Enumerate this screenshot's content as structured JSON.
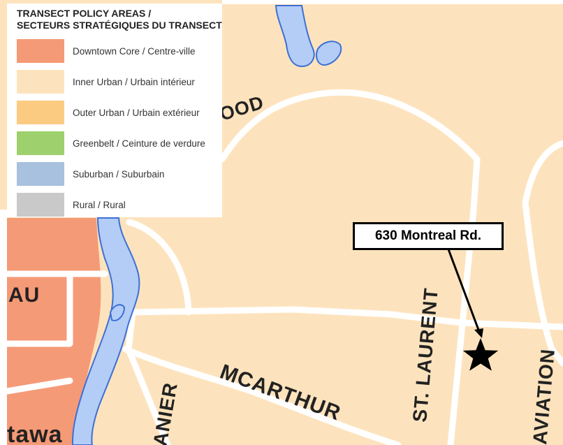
{
  "legend": {
    "title_line1": "TRANSECT POLICY AREAS /",
    "title_line2": "SECTEURS STRATÉGIQUES DU TRANSECT",
    "items": [
      {
        "label": "Downtown Core / Centre-ville",
        "color": "#F59A76"
      },
      {
        "label": "Inner Urban / Urbain intérieur",
        "color": "#FDE3BD"
      },
      {
        "label": "Outer Urban / Urbain extérieur",
        "color": "#FCCB82"
      },
      {
        "label": "Greenbelt / Ceinture de verdure",
        "color": "#9ED16D"
      },
      {
        "label": "Suburban / Suburbain",
        "color": "#A7C1DE"
      },
      {
        "label": "Rural / Rural",
        "color": "#C9C9C9"
      }
    ]
  },
  "map": {
    "colors": {
      "inner_urban": "#FDE3BD",
      "downtown": "#F59A76",
      "water": "#B3CDF6",
      "water_edge": "#3D6FD6",
      "road": "#FFFFFF",
      "marker": "#000000"
    },
    "labels": {
      "road_top": "OOD",
      "mcarthur": "MCARTHUR",
      "st_laurent": "ST. LAURENT",
      "aviation": "AVIATION",
      "vanier": "ANIER",
      "area_au": "AU",
      "ottawa": "tawa"
    },
    "callout": {
      "text": "630 Montreal Rd."
    },
    "marker_icon": "star-icon"
  }
}
